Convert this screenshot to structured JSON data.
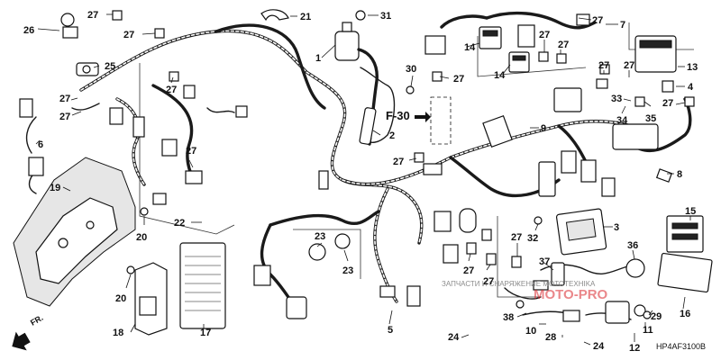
{
  "diagram": {
    "diagram_code": "HP4AF3100B",
    "reference_label": "F-30",
    "front_label": "FR.",
    "watermark": {
      "logo_text": "MOTO-PRO",
      "text": "ЗАПЧАСТИ И СНАРЯЖЕНИЕ MOTOTEXHIKA"
    },
    "callouts": [
      "1",
      "2",
      "3",
      "4",
      "5",
      "6",
      "7",
      "8",
      "9",
      "10",
      "11",
      "12",
      "13",
      "14",
      "14",
      "15",
      "16",
      "17",
      "18",
      "19",
      "20",
      "20",
      "21",
      "22",
      "23",
      "23",
      "24",
      "24",
      "25",
      "26",
      "27",
      "27",
      "27",
      "27",
      "27",
      "27",
      "27",
      "27",
      "27",
      "27",
      "27",
      "27",
      "27",
      "27",
      "27",
      "27",
      "27",
      "28",
      "29",
      "30",
      "31",
      "32",
      "33",
      "34",
      "35",
      "36",
      "37",
      "38"
    ]
  }
}
